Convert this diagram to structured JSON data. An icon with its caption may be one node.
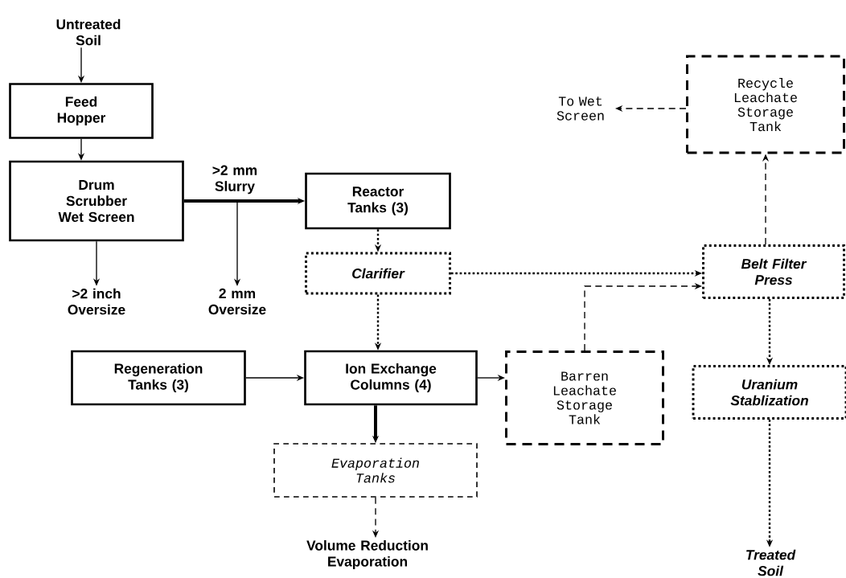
{
  "diagram": {
    "nodes": [
      {
        "text": [
          "Untreated Soil"
        ]
      },
      {
        "text": [
          "Feed Hopper"
        ]
      },
      {
        "text": [
          "Drum Scrubber Wet Screen"
        ]
      },
      {
        "text": [
          ">2 inch Oversize"
        ]
      },
      {
        "text": [
          "2 mm Oversize"
        ]
      },
      {
        "text": [
          "Reactor Tanks (3)"
        ]
      },
      {
        "text": [
          "Clarifier"
        ]
      },
      {
        "text": [
          "Belt Filter Press"
        ]
      },
      {
        "text": [
          "Recycle Leachate Storage Tank"
        ]
      },
      {
        "text": [
          "To Wet Screen"
        ]
      },
      {
        "text": [
          "Regeneration Tanks (3)"
        ]
      },
      {
        "text": [
          "Ion Exchange Columns (4)"
        ]
      },
      {
        "text": [
          "Barren Leachate Storage Tank"
        ]
      },
      {
        "text": [
          "Uranium Stablization"
        ]
      },
      {
        "text": [
          "Evaporation Tanks"
        ]
      },
      {
        "text": [
          "Volume Reduction Evaporation"
        ]
      },
      {
        "text": [
          "Treated Soil"
        ]
      }
    ],
    "edges": [
      {
        "from": 0,
        "to": 1,
        "arrow": "to"
      },
      {
        "from": 1,
        "to": 2,
        "arrow": "to"
      },
      {
        "from": 2,
        "to": 5,
        "arrow": "to",
        "label": ">2 mm Slurry",
        "style": "thick"
      },
      {
        "from": 2,
        "to": 3,
        "arrow": "to"
      },
      {
        "from": 2,
        "to": 4,
        "arrow": "to"
      },
      {
        "from": 5,
        "to": 6,
        "arrow": "to",
        "style": "dashed"
      },
      {
        "from": 6,
        "to": 7,
        "arrow": "to",
        "style": "dashed"
      },
      {
        "from": 6,
        "to": 11,
        "arrow": "to",
        "style": "dashed"
      },
      {
        "from": 12,
        "to": 7,
        "arrow": "to",
        "style": "dashed"
      },
      {
        "from": 7,
        "to": 8,
        "arrow": "to",
        "style": "dashed"
      },
      {
        "from": 8,
        "to": 9,
        "arrow": "to",
        "style": "dashed"
      },
      {
        "from": 7,
        "to": 13,
        "arrow": "to",
        "style": "dashed"
      },
      {
        "from": 13,
        "to": 16,
        "arrow": "to",
        "style": "dashed"
      },
      {
        "from": 10,
        "to": 11,
        "arrow": "to"
      },
      {
        "from": 11,
        "to": 12,
        "arrow": "to"
      },
      {
        "from": 11,
        "to": 14,
        "arrow": "to",
        "style": "thick"
      },
      {
        "from": 14,
        "to": 15,
        "arrow": "to",
        "style": "dashed"
      }
    ]
  }
}
